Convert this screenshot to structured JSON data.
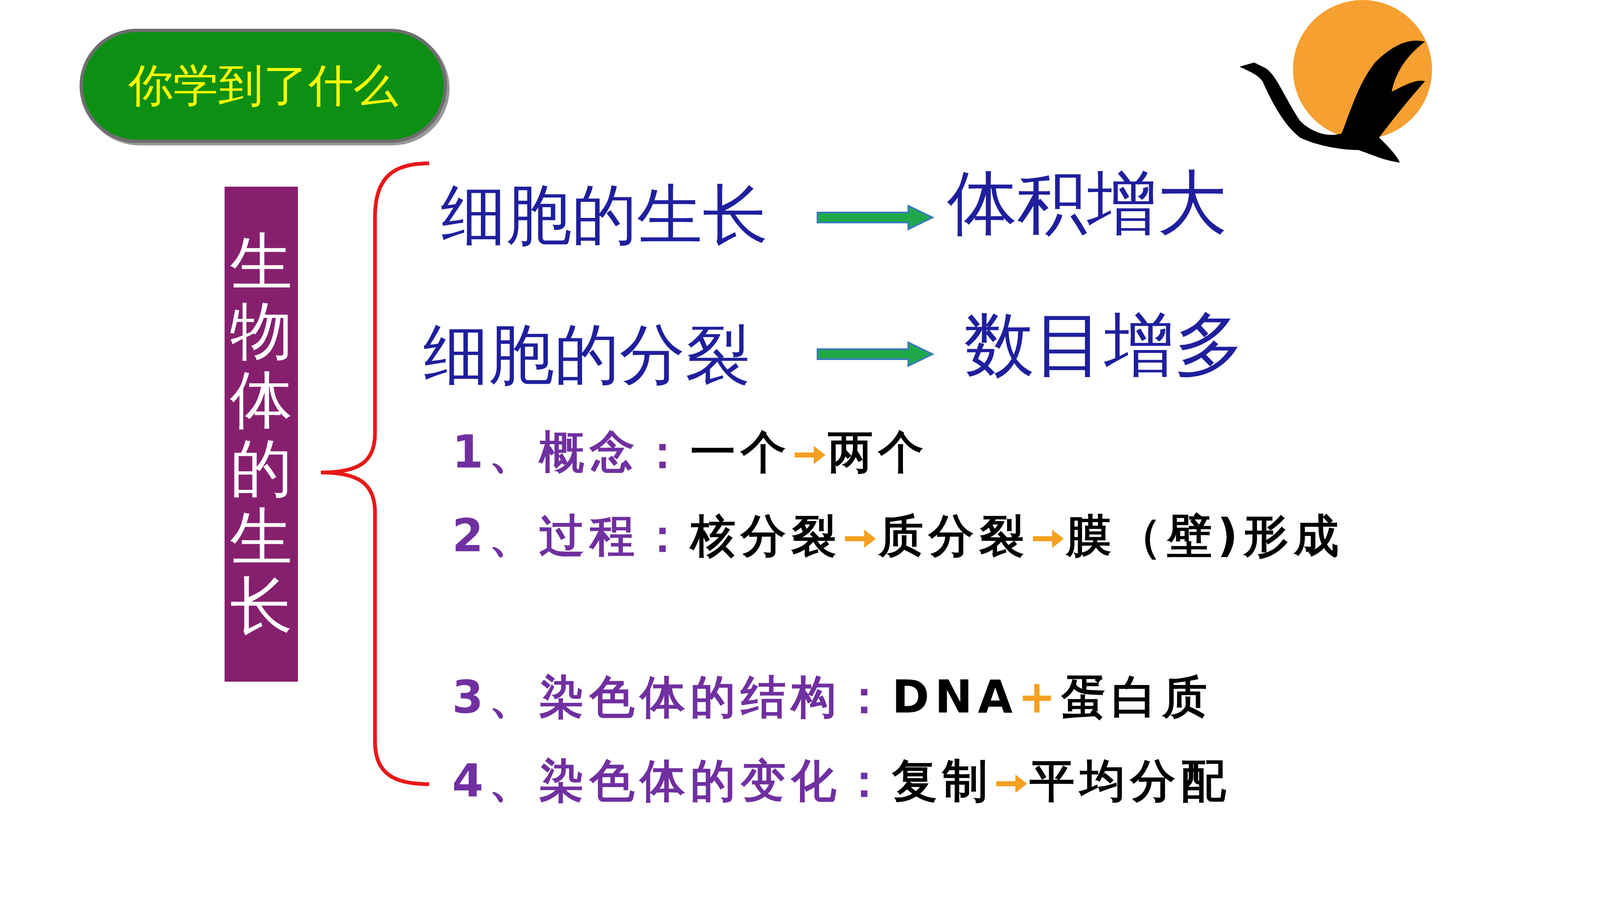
{
  "diagram": {
    "title": "你学到了什么",
    "nodes": [
      {
        "text": [
          "生物体的生长"
        ]
      }
    ],
    "labels": [
      "细胞的生长",
      "体积增大",
      "细胞的分裂",
      "数目增多",
      "1、概念：",
      "一个",
      "两个",
      "2、过程：",
      "核分裂",
      "质分裂",
      "膜（壁)形成",
      "3、染色体的结构：",
      "DNA",
      "+",
      "蛋白质",
      "4、染色体的变化：",
      "复制",
      "平均分配"
    ]
  }
}
